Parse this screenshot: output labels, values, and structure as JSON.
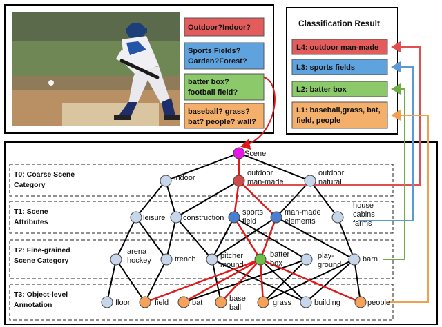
{
  "photo": {
    "description_icon": "baseball-batter-photo"
  },
  "questions": [
    {
      "text": [
        "Outdoor?Indoor?"
      ],
      "fill": "#e35c5c"
    },
    {
      "text": [
        "Sports Fields?",
        "Garden?Forest?"
      ],
      "fill": "#5ea3de"
    },
    {
      "text": [
        "batter box?",
        "football field?"
      ],
      "fill": "#8bc96b"
    },
    {
      "text": [
        "baseball? grass?",
        "bat? people? wall?"
      ],
      "fill": "#f4b06b"
    }
  ],
  "result": {
    "title": "Classification Result",
    "items": [
      {
        "text": [
          "L4: outdoor man-made"
        ],
        "fill": "#e35c5c",
        "line": "#e05050"
      },
      {
        "text": [
          "L3: sports fields"
        ],
        "fill": "#5ea3de",
        "line": "#5b9bd5"
      },
      {
        "text": [
          "L2: batter box"
        ],
        "fill": "#8bc96b",
        "line": "#70ad47"
      },
      {
        "text": [
          "L1: baseball,grass, bat,",
          "field, people"
        ],
        "fill": "#f4b06b",
        "line": "#f0a050"
      }
    ]
  },
  "tiers": [
    {
      "label": [
        "T0: Coarse Scene",
        "Category"
      ]
    },
    {
      "label": [
        "T1: Scene",
        "Attributes"
      ]
    },
    {
      "label": [
        "T2: Fine-grained",
        "Scene Category"
      ]
    },
    {
      "label": [
        "T3: Object-level",
        "Annotation"
      ]
    }
  ],
  "colors": {
    "root": "#e616e6",
    "node": "#c6d7ec",
    "t0sel": "#cc4b4b",
    "t1sel": "#4a7fd0",
    "t2sel": "#6cc04a",
    "t3sel": "#f4a15a",
    "edge": "#000000",
    "path": "#e01818"
  },
  "nodes": {
    "scene": {
      "label": [
        "Scene"
      ],
      "kind": "root"
    },
    "indoor": {
      "label": [
        "indoor"
      ],
      "kind": "node"
    },
    "outdoor_mm": {
      "label": [
        "outdoor",
        "man-made"
      ],
      "kind": "t0sel"
    },
    "outdoor_nat": {
      "label": [
        "outdoor",
        "natural"
      ],
      "kind": "node"
    },
    "leisure": {
      "label": [
        "leisure"
      ],
      "kind": "node"
    },
    "construction": {
      "label": [
        "construction"
      ],
      "kind": "node"
    },
    "sports_field": {
      "label": [
        "sports",
        "field"
      ],
      "kind": "t1sel"
    },
    "manmade_el": {
      "label": [
        "man-made",
        "elements"
      ],
      "kind": "t1sel"
    },
    "house": {
      "label": [
        "house",
        "cabins",
        "farms"
      ],
      "kind": "node"
    },
    "arena": {
      "label": [
        "arena",
        "hockey"
      ],
      "kind": "node"
    },
    "trench": {
      "label": [
        "trench"
      ],
      "kind": "node"
    },
    "pitcher": {
      "label": [
        "pitcher",
        "mound"
      ],
      "kind": "node"
    },
    "batterbox": {
      "label": [
        "batter",
        "box"
      ],
      "kind": "t2sel"
    },
    "playground": {
      "label": [
        "play-",
        "ground"
      ],
      "kind": "node"
    },
    "barn": {
      "label": [
        "barn"
      ],
      "kind": "node"
    },
    "floor": {
      "label": [
        "floor"
      ],
      "kind": "node"
    },
    "field": {
      "label": [
        "field"
      ],
      "kind": "t3sel"
    },
    "bat": {
      "label": [
        "bat"
      ],
      "kind": "t3sel"
    },
    "baseball": {
      "label": [
        "base",
        "ball"
      ],
      "kind": "t3sel"
    },
    "grass": {
      "label": [
        "grass"
      ],
      "kind": "t3sel"
    },
    "building": {
      "label": [
        "building"
      ],
      "kind": "node"
    },
    "people": {
      "label": [
        "people"
      ],
      "kind": "t3sel"
    }
  },
  "edges": [
    [
      "scene",
      "indoor"
    ],
    [
      "scene",
      "outdoor_mm"
    ],
    [
      "scene",
      "outdoor_nat"
    ],
    [
      "indoor",
      "leisure"
    ],
    [
      "indoor",
      "construction"
    ],
    [
      "outdoor_mm",
      "construction"
    ],
    [
      "outdoor_mm",
      "sports_field"
    ],
    [
      "outdoor_mm",
      "manmade_el"
    ],
    [
      "outdoor_nat",
      "house"
    ],
    [
      "outdoor_nat",
      "manmade_el"
    ],
    [
      "leisure",
      "arena"
    ],
    [
      "leisure",
      "trench"
    ],
    [
      "construction",
      "trench"
    ],
    [
      "construction",
      "pitcher"
    ],
    [
      "sports_field",
      "pitcher"
    ],
    [
      "sports_field",
      "batterbox"
    ],
    [
      "sports_field",
      "playground"
    ],
    [
      "manmade_el",
      "batterbox"
    ],
    [
      "manmade_el",
      "pitcher"
    ],
    [
      "manmade_el",
      "barn"
    ],
    [
      "house",
      "barn"
    ],
    [
      "arena",
      "floor"
    ],
    [
      "arena",
      "field"
    ],
    [
      "trench",
      "field"
    ],
    [
      "pitcher",
      "building"
    ],
    [
      "pitcher",
      "baseball"
    ],
    [
      "batterbox",
      "grass"
    ],
    [
      "batterbox",
      "building"
    ],
    [
      "playground",
      "grass"
    ],
    [
      "playground",
      "bat"
    ],
    [
      "barn",
      "grass"
    ],
    [
      "barn",
      "people"
    ],
    [
      "barn",
      "building"
    ]
  ],
  "path_edges": [
    [
      "scene",
      "outdoor_mm"
    ],
    [
      "outdoor_mm",
      "sports_field"
    ],
    [
      "outdoor_mm",
      "manmade_el"
    ],
    [
      "sports_field",
      "batterbox"
    ],
    [
      "manmade_el",
      "batterbox"
    ],
    [
      "batterbox",
      "field"
    ],
    [
      "batterbox",
      "bat"
    ],
    [
      "batterbox",
      "baseball"
    ],
    [
      "batterbox",
      "grass"
    ],
    [
      "batterbox",
      "people"
    ]
  ]
}
